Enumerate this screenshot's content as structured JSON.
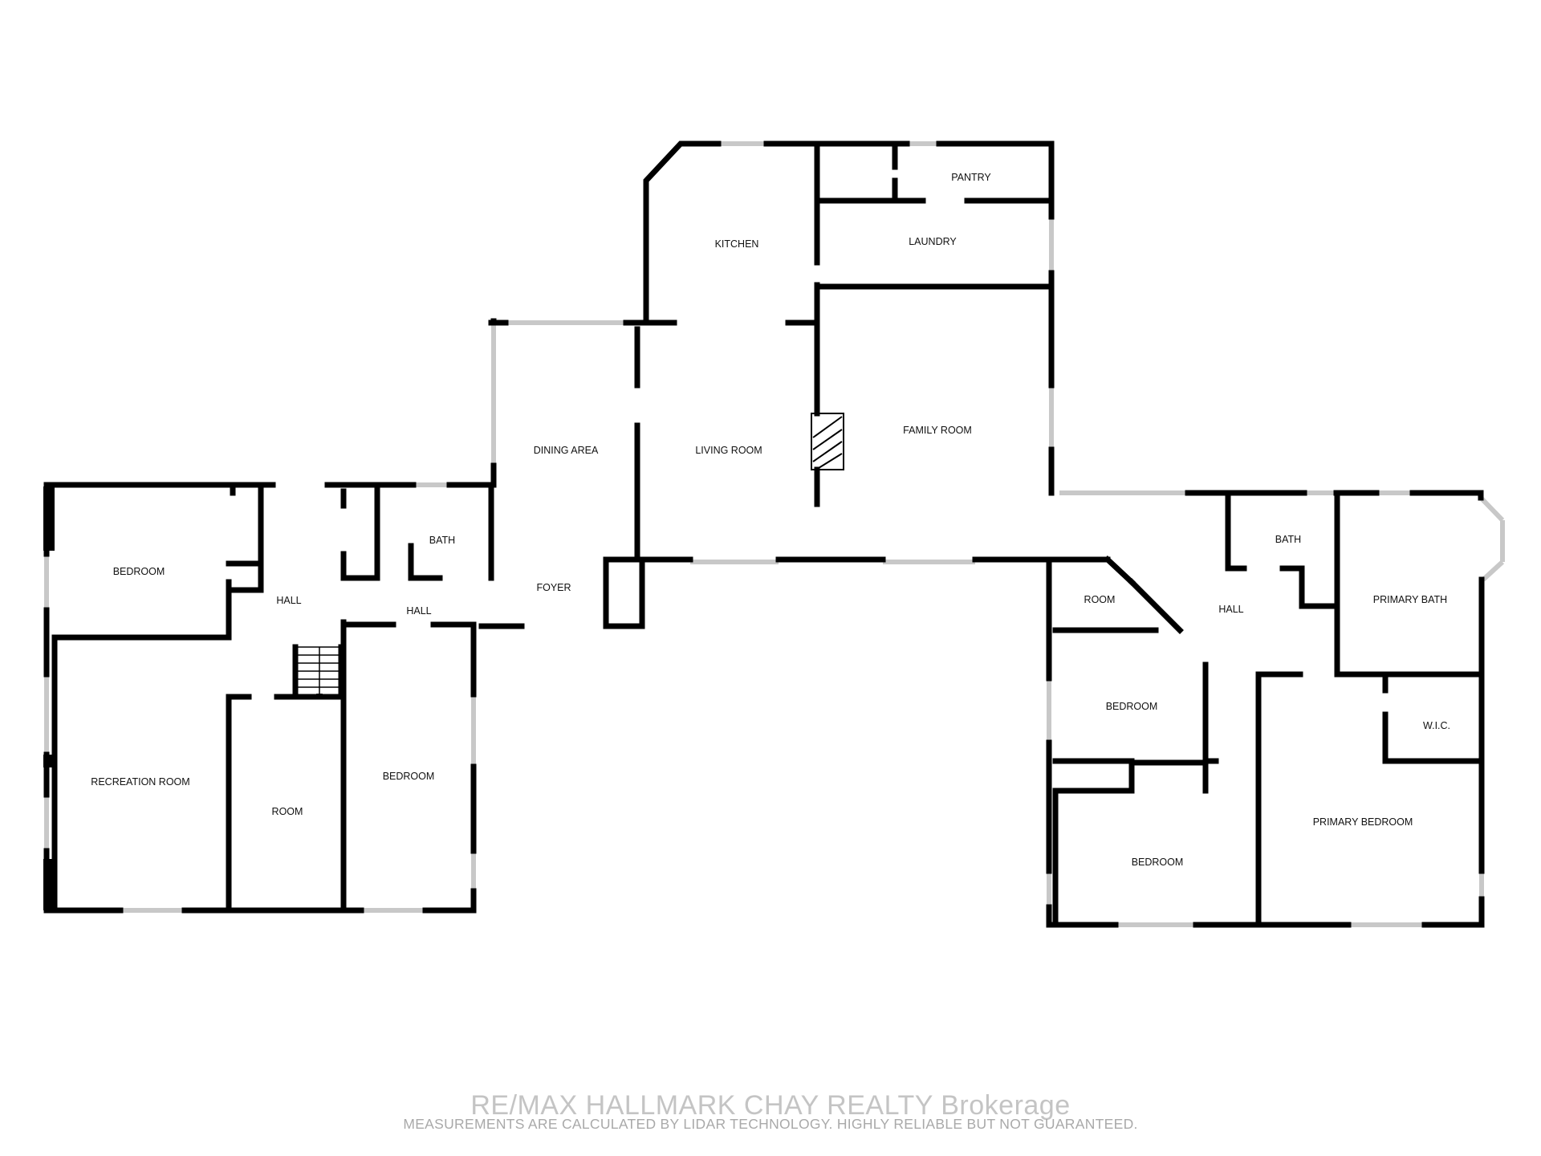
{
  "colors": {
    "wall": "#000000",
    "window": "#c8c8c8",
    "label": "#111111",
    "watermark": "#c4c4c4"
  },
  "rooms": {
    "pantry": "PANTRY",
    "kitchen": "KITCHEN",
    "laundry": "LAUNDRY",
    "dining_area": "DINING AREA",
    "living_room": "LIVING ROOM",
    "family_room": "FAMILY ROOM",
    "bath_center": "BATH",
    "foyer": "FOYER",
    "hall_center": "HALL",
    "bedroom_nw": "BEDROOM",
    "hall_west": "HALL",
    "recreation_room": "RECREATION ROOM",
    "room_west": "ROOM",
    "bedroom_sw": "BEDROOM",
    "bath_east": "BATH",
    "room_east": "ROOM",
    "hall_east": "HALL",
    "primary_bath": "PRIMARY BATH",
    "bedroom_e1": "BEDROOM",
    "wic": "W.I.C.",
    "primary_bedroom": "PRIMARY BEDROOM",
    "bedroom_e2": "BEDROOM"
  },
  "watermark": {
    "brand": "RE/MAX HALLMARK CHAY REALTY  Brokerage",
    "note": "MEASUREMENTS ARE CALCULATED BY LIDAR TECHNOLOGY. HIGHLY RELIABLE BUT NOT GUARANTEED."
  }
}
